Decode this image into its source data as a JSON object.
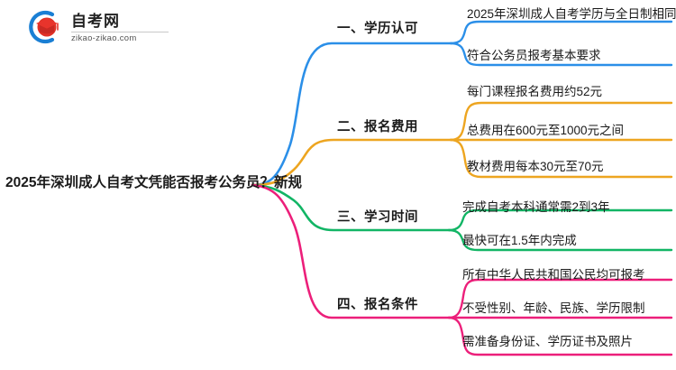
{
  "logo": {
    "title": "自考网",
    "domain": "zikao-zikao.com",
    "mark_icon": "graduation-cap-logo-icon",
    "arc_color": "#1a7fd4",
    "cap_color": "#e03127"
  },
  "mindmap": {
    "central_topic": "2025年深圳成人自考文凭能否报考公务员？新规",
    "branches": [
      {
        "label": "一、学历认可",
        "color": "#2b8fe8",
        "leaves": [
          "2025年深圳成人自考学历与全日制相同",
          "符合公务员报考基本要求"
        ]
      },
      {
        "label": "二、报名费用",
        "color": "#eda520",
        "leaves": [
          "每门课程报名费用约52元",
          "总费用在600元至1000元之间",
          "教材费用每本30元至70元"
        ]
      },
      {
        "label": "三、学习时间",
        "color": "#12b565",
        "leaves": [
          "完成自考本科通常需2到3年",
          "最快可在1.5年内完成"
        ]
      },
      {
        "label": "四、报名条件",
        "color": "#ec1f7a",
        "leaves": [
          "所有中华人民共和国公民均可报考",
          "不受性别、年龄、民族、学历限制",
          "需准备身份证、学历证书及照片"
        ]
      }
    ]
  }
}
